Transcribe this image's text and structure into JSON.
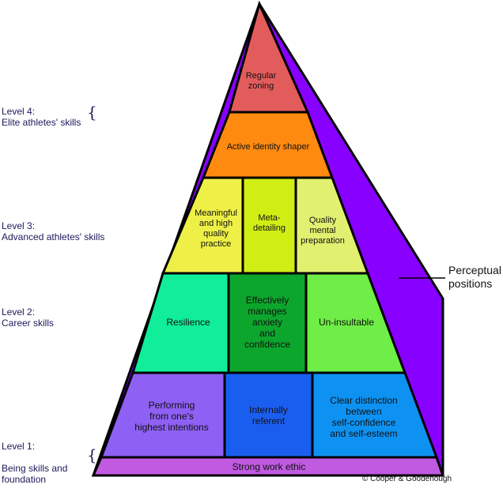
{
  "diagram": {
    "title": "Athlete skills pyramid",
    "levels": [
      {
        "heading": "Level 4:",
        "subtitle": "Elite athletes' skills"
      },
      {
        "heading": "Level 3:",
        "subtitle": "Advanced athletes' skills"
      },
      {
        "heading": "Level 2:",
        "subtitle": "Career skills"
      },
      {
        "heading": "Level 1:",
        "subtitle": "Being skills and\nfoundation"
      }
    ],
    "brace_glyph": "{",
    "tiers": {
      "top": {
        "label": "Regular\nzoning",
        "color": "#e35c5c"
      },
      "identity": {
        "label": "Active identity shaper",
        "color": "#ff8a10"
      },
      "level3": [
        {
          "label": "Meaningful\nand high\nquality\npractice",
          "color": "#eef047"
        },
        {
          "label": "Meta-\ndetailing",
          "color": "#d0ee14"
        },
        {
          "label": "Quality\nmental\npreparation",
          "color": "#e2f070"
        }
      ],
      "level2": [
        {
          "label": "Resilience",
          "color": "#10ee9a"
        },
        {
          "label": "Effectively\nmanages\nanxiety\nand\nconfidence",
          "color": "#0ca62c"
        },
        {
          "label": "Un-insultable",
          "color": "#6eee46"
        }
      ],
      "level1": [
        {
          "label": "Performing\nfrom one's\nhighest intentions",
          "color": "#8e60f4"
        },
        {
          "label": "Internally\nreferent",
          "color": "#1a5ef0"
        },
        {
          "label": "Clear distinction\nbetween\nself-confidence\nand self-esteem",
          "color": "#0e92f2"
        }
      ],
      "foundation": {
        "label": "Strong work ethic",
        "color": "#c05ae0"
      }
    },
    "side_panel": {
      "label": "Perceptual\npositions",
      "color": "#8800ff"
    },
    "copyright": "© Cooper & Goodenough"
  }
}
